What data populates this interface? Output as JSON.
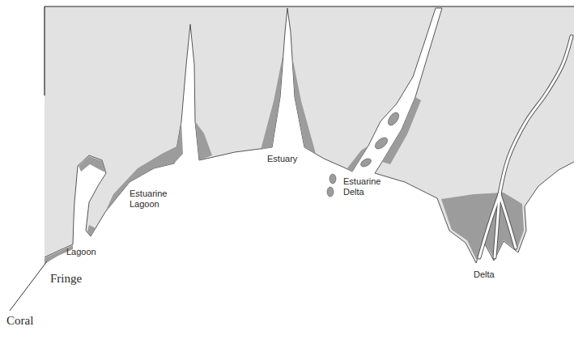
{
  "diagram": {
    "labels": [
      "Coral",
      "Fringe",
      "Lagoon",
      "Estuarine Lagoon",
      "Estuary",
      "Estuarine Delta",
      "Delta"
    ]
  }
}
